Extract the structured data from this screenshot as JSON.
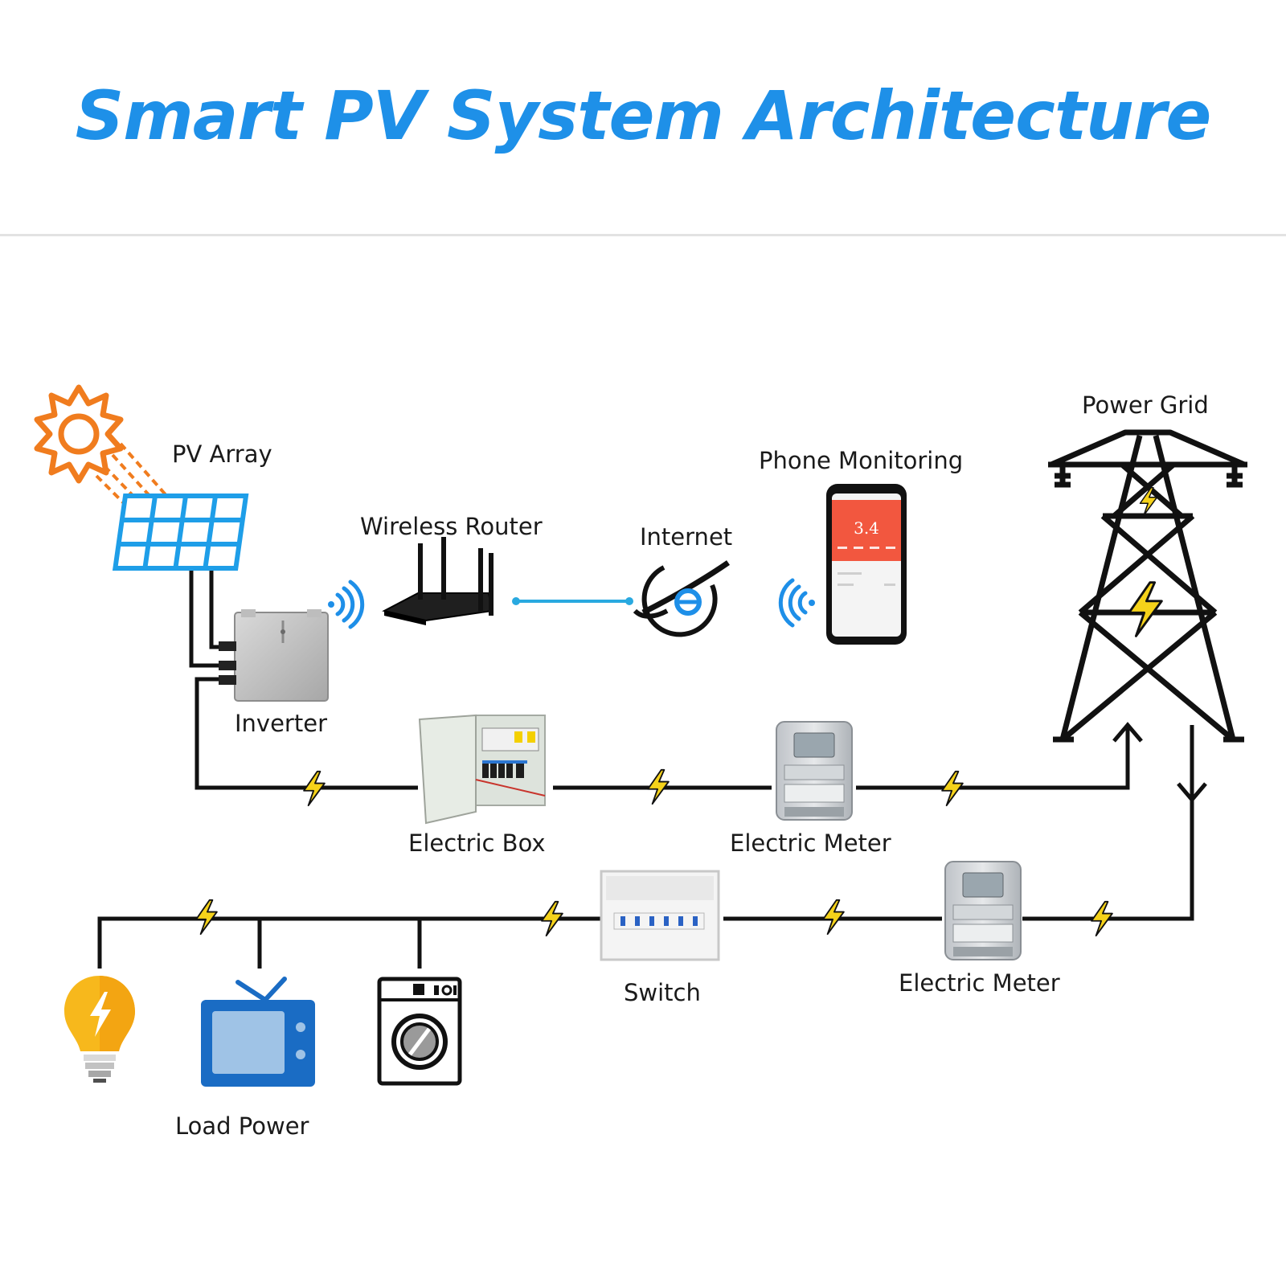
{
  "title": "Smart PV System Architecture",
  "colors": {
    "title": "#1e90e8",
    "solar_blue": "#1e9ee8",
    "sun_orange": "#f07c1e",
    "wire": "#111111",
    "bolt": "#f5d21a",
    "phone_screen": "#f2573f",
    "tv_blue": "#1a6cc4",
    "bulb_yellow": "#f7b81c"
  },
  "labels": {
    "pv_array": "PV Array",
    "inverter": "Inverter",
    "wireless_router": "Wireless Router",
    "internet": "Internet",
    "phone_monitoring": "Phone Monitoring",
    "power_grid": "Power Grid",
    "electric_box": "Electric Box",
    "electric_meter_top": "Electric Meter",
    "electric_meter_bottom": "Electric Meter",
    "switch": "Switch",
    "load_power": "Load Power"
  },
  "phone_screen_value": "3.4",
  "icons": [
    "sun-icon",
    "solar-panel-icon",
    "inverter-icon",
    "wifi-signal-icon",
    "router-icon",
    "internet-globe-icon",
    "smartphone-icon",
    "power-tower-icon",
    "electric-box-icon",
    "electric-meter-icon",
    "switch-panel-icon",
    "light-bulb-icon",
    "tv-icon",
    "washing-machine-icon",
    "lightning-bolt-icon"
  ]
}
